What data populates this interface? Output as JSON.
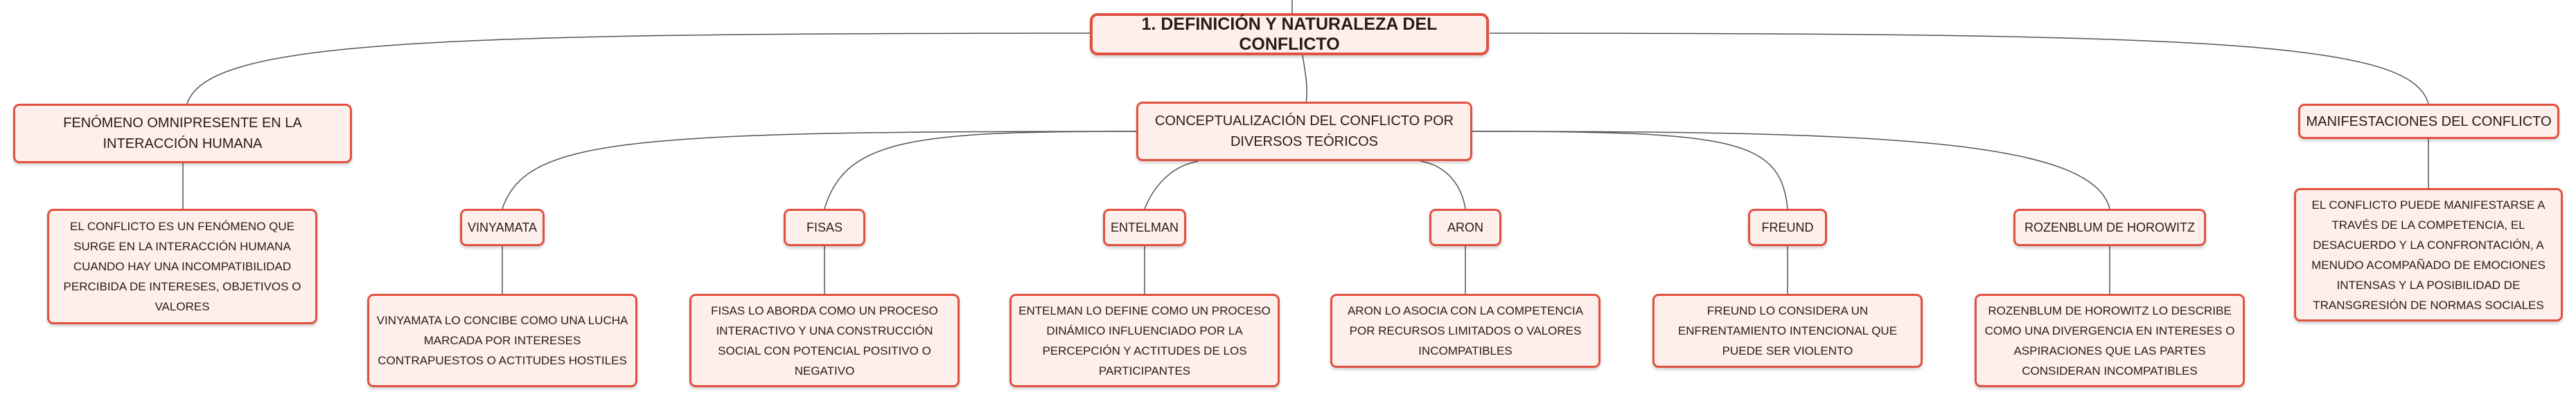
{
  "root": {
    "label": "1. DEFINICIÓN Y NATURALEZA DEL CONFLICTO"
  },
  "branches": {
    "fenomeno": {
      "label": "FENÓMENO OMNIPRESENTE EN LA INTERACCIÓN HUMANA"
    },
    "conceptualizacion": {
      "label": "CONCEPTUALIZACIÓN DEL CONFLICTO POR DIVERSOS TEÓRICOS"
    },
    "manifestaciones": {
      "label": "MANIFESTACIONES DEL CONFLICTO"
    }
  },
  "fenomeno_detail": "EL CONFLICTO ES UN FENÓMENO QUE SURGE EN LA INTERACCIÓN HUMANA CUANDO HAY UNA INCOMPATIBILIDAD PERCIBIDA DE INTERESES, OBJETIVOS O VALORES",
  "manifestaciones_detail": "EL CONFLICTO PUEDE MANIFESTARSE A TRAVÉS DE LA COMPETENCIA, EL DESACUERDO Y LA CONFRONTACIÓN, A MENUDO ACOMPAÑADO DE EMOCIONES INTENSAS Y LA POSIBILIDAD DE TRANSGRESIÓN DE NORMAS SOCIALES",
  "theorists": [
    {
      "name": "VINYAMATA",
      "detail": "VINYAMATA LO CONCIBE COMO UNA LUCHA MARCADA POR INTERESES CONTRAPUESTOS O ACTITUDES HOSTILES"
    },
    {
      "name": "FISAS",
      "detail": "FISAS LO ABORDA COMO UN PROCESO INTERACTIVO Y UNA CONSTRUCCIÓN SOCIAL CON POTENCIAL POSITIVO O NEGATIVO"
    },
    {
      "name": "ENTELMAN",
      "detail": "ENTELMAN LO DEFINE COMO UN PROCESO DINÁMICO INFLUENCIADO POR LA PERCEPCIÓN Y ACTITUDES DE LOS PARTICIPANTES"
    },
    {
      "name": "ARON",
      "detail": "ARON LO ASOCIA CON LA COMPETENCIA POR RECURSOS LIMITADOS O VALORES INCOMPATIBLES"
    },
    {
      "name": "FREUND",
      "detail": "FREUND LO CONSIDERA UN ENFRENTAMIENTO INTENCIONAL QUE PUEDE SER VIOLENTO"
    },
    {
      "name": "ROZENBLUM DE HOROWITZ",
      "detail": "ROZENBLUM DE HOROWITZ LO DESCRIBE COMO UNA DIVERGENCIA EN INTERESES O ASPIRACIONES QUE LAS PARTES CONSIDERAN INCOMPATIBLES"
    }
  ],
  "colors": {
    "border": "#e2503f",
    "fill": "#fdf0ec",
    "line": "#555555"
  }
}
